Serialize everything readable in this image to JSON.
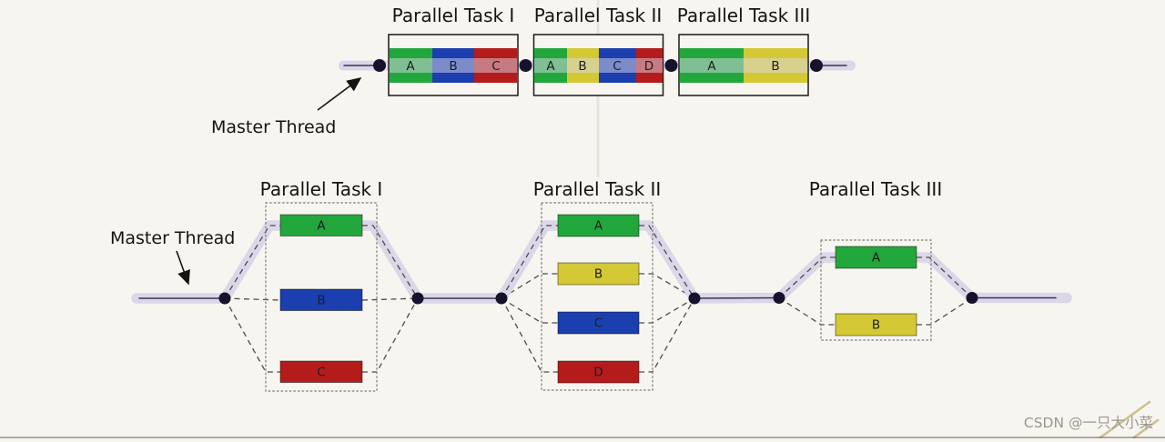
{
  "colors": {
    "background": "#f7f5ef",
    "band": "#dbd7e9",
    "thread_line": "#3a3553",
    "dot": "#17122b",
    "green": "#22a73c",
    "blue": "#1b3fae",
    "red": "#b41c1c",
    "yellow": "#d4c935",
    "dashed_line": "#4c4c4c",
    "dotted_box": "#7a7a7a",
    "text": "#141414",
    "watermark": "#9c968e"
  },
  "top": {
    "master_thread_label": "Master Thread",
    "tasks": [
      {
        "title": "Parallel Task I",
        "blocks": [
          {
            "label": "A",
            "fill": "#22a73c"
          },
          {
            "label": "B",
            "fill": "#1b3fae"
          },
          {
            "label": "C",
            "fill": "#b41c1c"
          }
        ]
      },
      {
        "title": "Parallel Task II",
        "blocks": [
          {
            "label": "A",
            "fill": "#22a73c"
          },
          {
            "label": "B",
            "fill": "#d4c935"
          },
          {
            "label": "C",
            "fill": "#1b3fae"
          },
          {
            "label": "D",
            "fill": "#b41c1c"
          }
        ]
      },
      {
        "title": "Parallel Task III",
        "blocks": [
          {
            "label": "A",
            "fill": "#22a73c"
          },
          {
            "label": "B",
            "fill": "#d4c935"
          }
        ]
      }
    ]
  },
  "bottom": {
    "master_thread_label": "Master Thread",
    "tasks": [
      {
        "title": "Parallel Task I",
        "bars": [
          {
            "label": "A",
            "fill": "#22a73c"
          },
          {
            "label": "B",
            "fill": "#1b3fae"
          },
          {
            "label": "C",
            "fill": "#b41c1c"
          }
        ]
      },
      {
        "title": "Parallel Task II",
        "bars": [
          {
            "label": "A",
            "fill": "#22a73c"
          },
          {
            "label": "B",
            "fill": "#d4c935"
          },
          {
            "label": "C",
            "fill": "#1b3fae"
          },
          {
            "label": "D",
            "fill": "#b41c1c"
          }
        ]
      },
      {
        "title": "Parallel Task III",
        "bars": [
          {
            "label": "A",
            "fill": "#22a73c"
          },
          {
            "label": "B",
            "fill": "#d4c935"
          }
        ]
      }
    ]
  },
  "watermark": {
    "text": "CSDN @一只大小菜"
  }
}
